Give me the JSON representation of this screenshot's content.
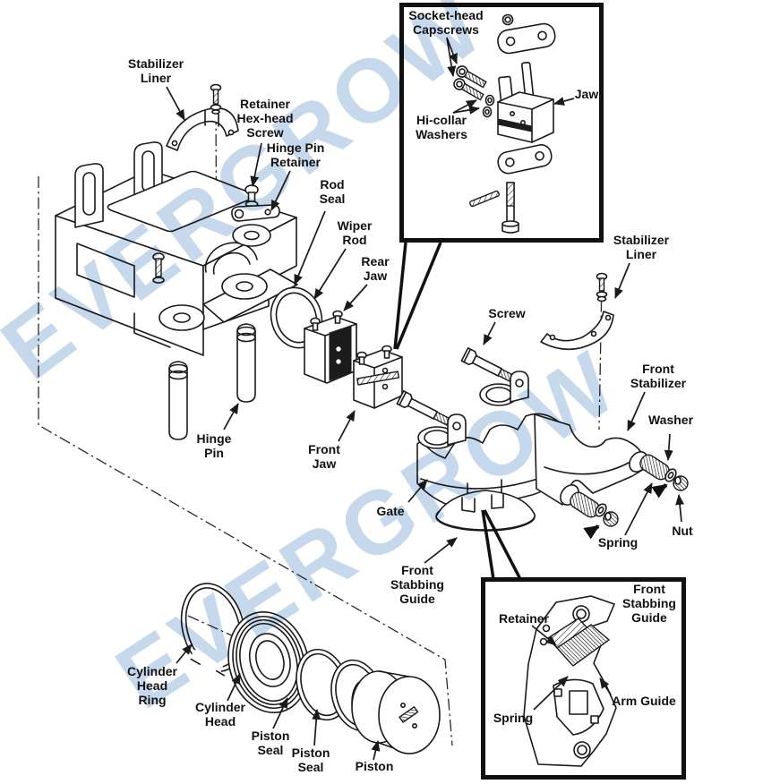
{
  "watermark": {
    "text": "EVERGROW",
    "color": "#c6d8eb"
  },
  "colors": {
    "background": "#ffffff",
    "line": "#1a1a1a",
    "label_text": "#111111"
  },
  "labels": {
    "stabilizer_liner_left": "Stabilizer\nLiner",
    "retainer_hex_head_screw": "Retainer\nHex-head\nScrew",
    "hinge_pin_retainer": "Hinge Pin\nRetainer",
    "rod_seal": "Rod\nSeal",
    "wiper_rod": "Wiper\nRod",
    "rear_jaw": "Rear\nJaw",
    "hinge_pin": "Hinge\nPin",
    "front_jaw": "Front\nJaw",
    "screw": "Screw",
    "stabilizer_liner_right": "Stabilizer\nLiner",
    "front_stabilizer": "Front\nStabilizer",
    "washer": "Washer",
    "nut": "Nut",
    "spring": "Spring",
    "gate": "Gate",
    "front_stabbing_guide": "Front\nStabbing\nGuide",
    "cylinder_head_ring": "Cylinder\nHead\nRing",
    "cylinder_head": "Cylinder\nHead",
    "piston_seal_upper": "Piston\nSeal",
    "piston_seal_lower": "Piston\nSeal",
    "piston": "Piston"
  },
  "inset_jaw_detail": {
    "socket_head_capscrews": "Socket-head\nCapscrews",
    "hi_collar_washers": "Hi-collar\nWashers",
    "jaw": "Jaw"
  },
  "inset_guide_detail": {
    "front_stabbing_guide": "Front\nStabbing\nGuide",
    "retainer": "Retainer",
    "spring": "Spring",
    "arm_guide": "Arm Guide"
  }
}
